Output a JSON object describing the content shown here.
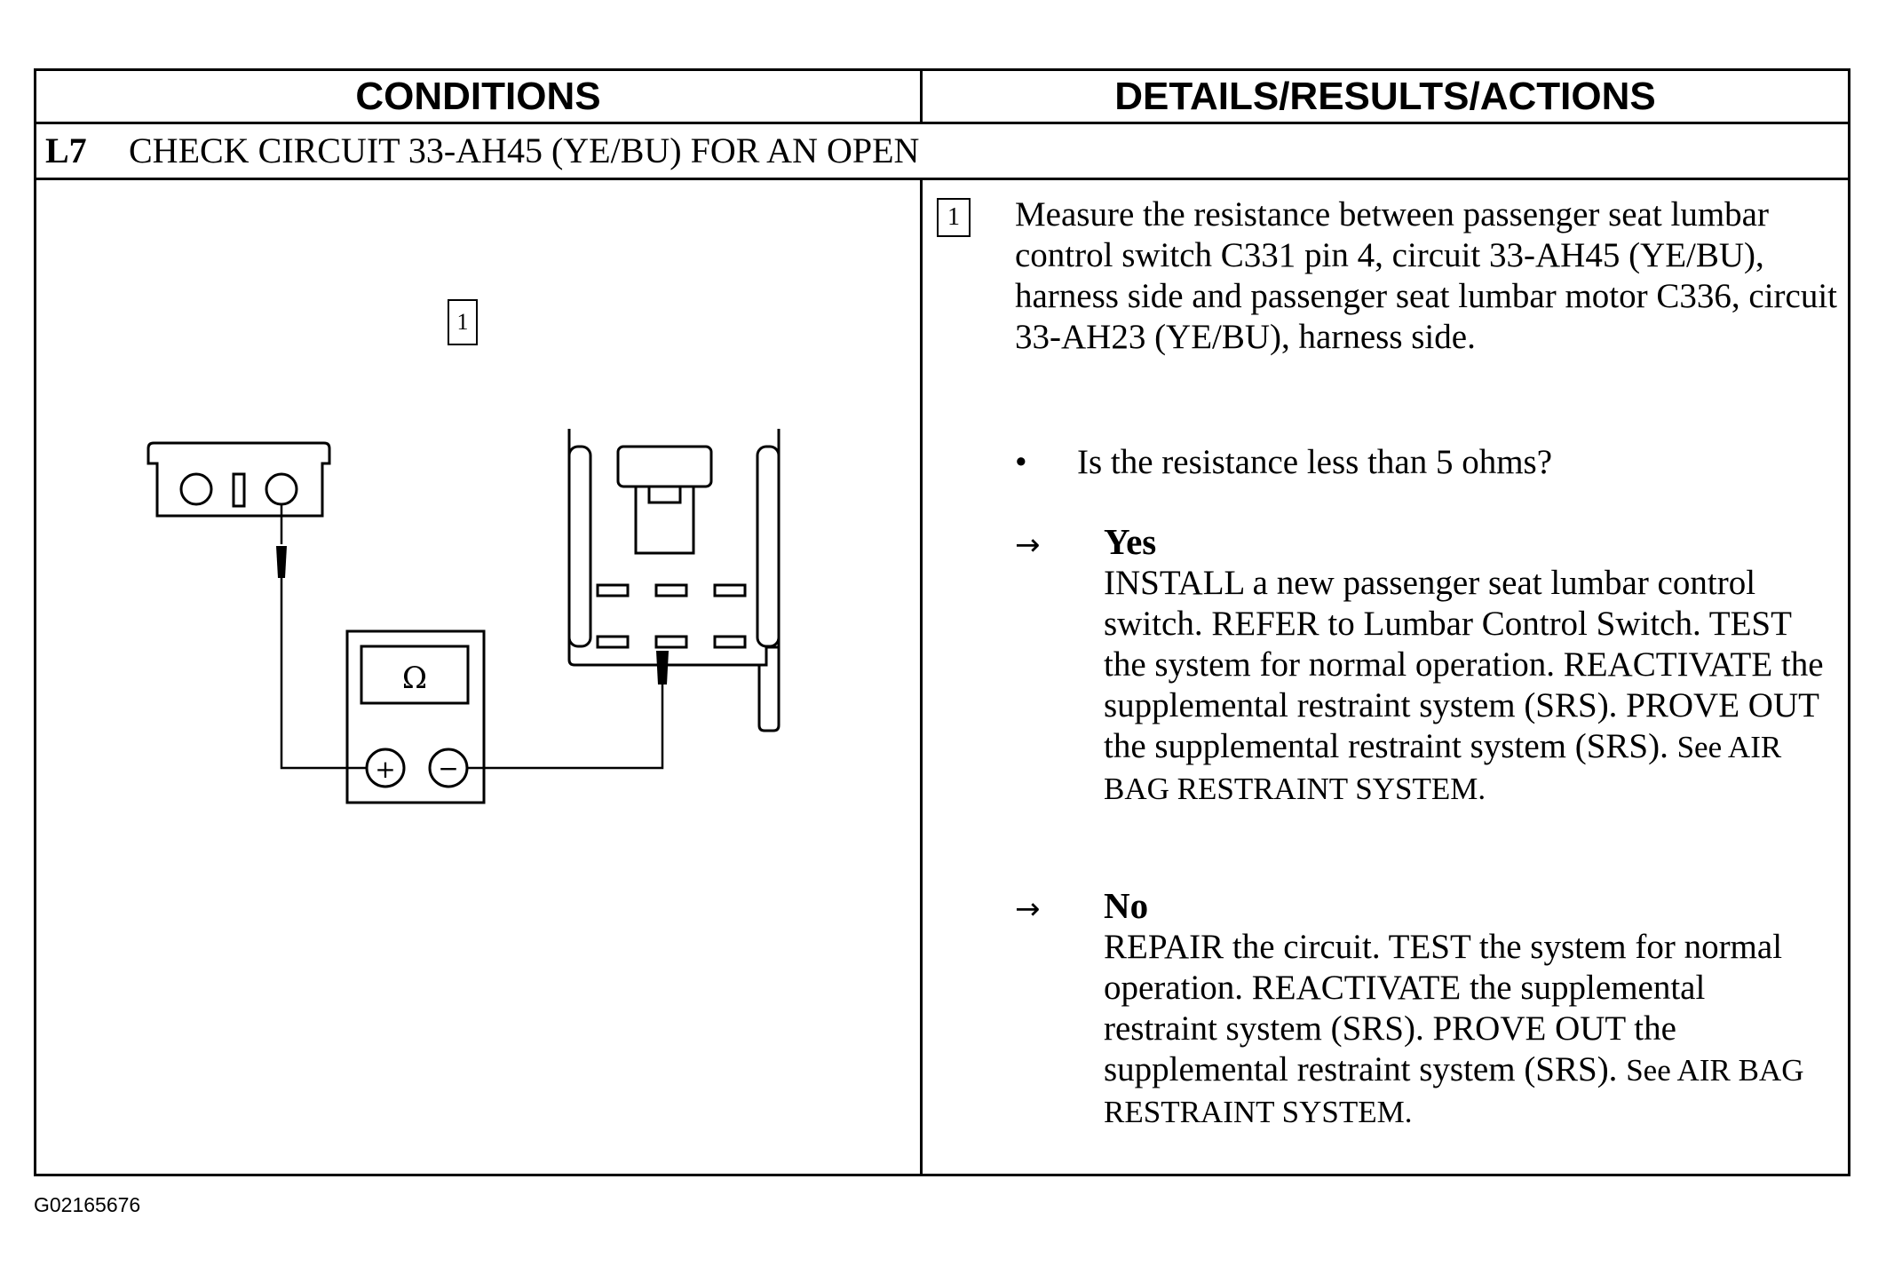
{
  "header": {
    "conditions": "CONDITIONS",
    "details": "DETAILS/RESULTS/ACTIONS"
  },
  "step": {
    "id": "L7",
    "title": "CHECK CIRCUIT 33-AH45 (YE/BU) FOR AN OPEN"
  },
  "diagram": {
    "callout": "1",
    "meter_symbol": "Ω",
    "plus": "+",
    "minus": "−"
  },
  "details": {
    "callout": "1",
    "instruction": "Measure the resistance between passenger seat lumbar control switch C331 pin 4, circuit 33-AH45 (YE/BU), harness side and passenger seat lumbar motor C336, circuit 33-AH23 (YE/BU), harness side.",
    "question": "Is the resistance less than 5 ohms?",
    "bullet_symbol": "•",
    "arrow_symbol": "→",
    "yes_label": "Yes",
    "yes_action": "INSTALL a new passenger seat lumbar control switch. REFER to Lumbar Control Switch. TEST the system for normal operation. REACTIVATE the supplemental restraint system (SRS). PROVE OUT the supplemental restraint system (SRS).",
    "yes_see": "See AIR BAG RESTRAINT SYSTEM.",
    "no_label": "No",
    "no_action": "REPAIR the circuit. TEST the system for normal operation. REACTIVATE the supplemental restraint system (SRS). PROVE OUT the supplemental restraint system (SRS).",
    "no_see": "See AIR BAG RESTRAINT SYSTEM."
  },
  "figure_id": "G02165676"
}
